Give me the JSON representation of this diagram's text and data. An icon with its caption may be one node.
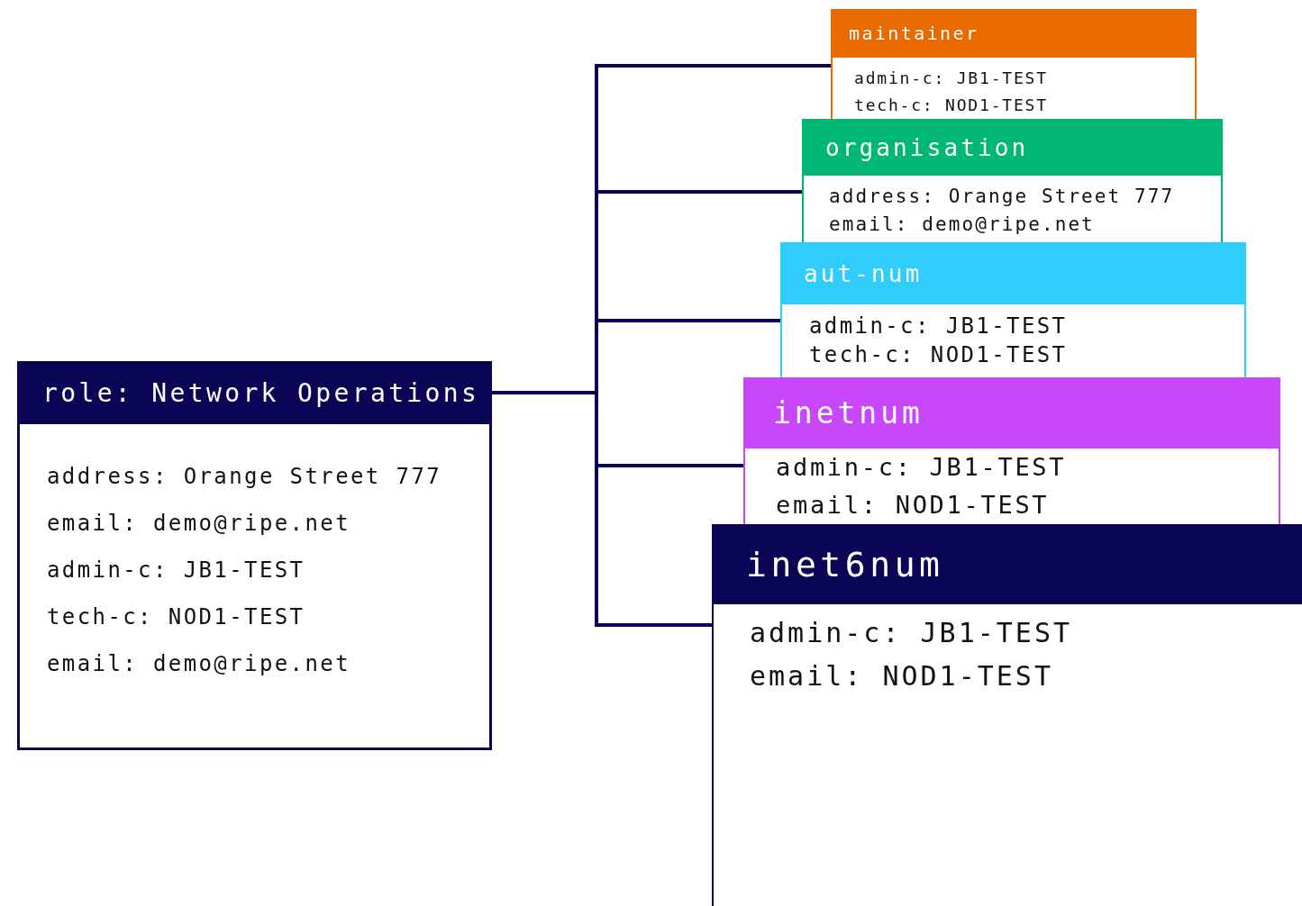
{
  "diagram": {
    "nodes": [
      {
        "text": [
          "role: Network Operations",
          "address: Orange Street 777",
          "email: demo@ripe.net",
          "admin-c: JB1-TEST",
          "tech-c: NOD1-TEST",
          "email: demo@ripe.net"
        ]
      },
      {
        "text": [
          "maintainer",
          "admin-c: JB1-TEST",
          "tech-c: NOD1-TEST"
        ]
      },
      {
        "text": [
          "organisation",
          "address: Orange Street 777",
          "email: demo@ripe.net"
        ]
      },
      {
        "text": [
          "aut-num",
          "admin-c: JB1-TEST",
          "tech-c: NOD1-TEST"
        ]
      },
      {
        "text": [
          "inetnum",
          "admin-c: JB1-TEST",
          "email: NOD1-TEST"
        ]
      },
      {
        "text": [
          "inet6num",
          "admin-c: JB1-TEST",
          "email: NOD1-TEST"
        ]
      }
    ],
    "edges": [
      {
        "from": 0,
        "to": 1,
        "arrow": "none"
      },
      {
        "from": 0,
        "to": 2,
        "arrow": "none"
      },
      {
        "from": 0,
        "to": 3,
        "arrow": "none"
      },
      {
        "from": 0,
        "to": 4,
        "arrow": "none"
      },
      {
        "from": 0,
        "to": 5,
        "arrow": "none"
      }
    ]
  }
}
